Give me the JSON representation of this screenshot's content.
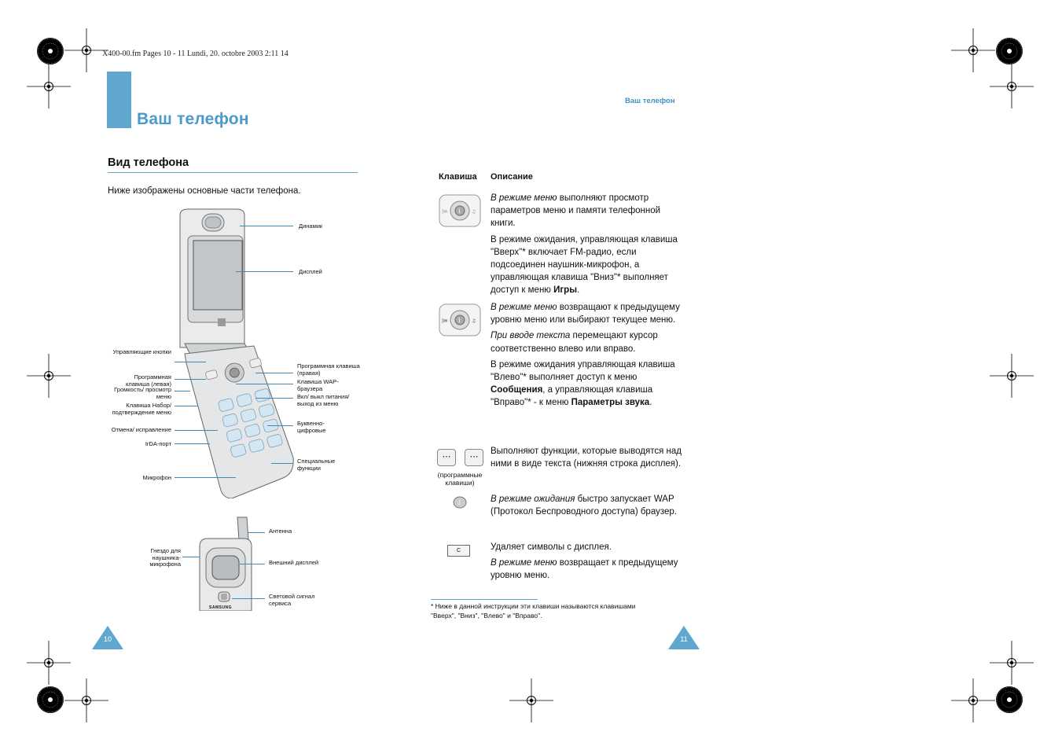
{
  "header_line": "X400-00.fm  Pages 10 - 11  Lundi, 20. octobre 2003  2:11 14",
  "left": {
    "chapter_title": "Ваш телефон",
    "section_title": "Вид телефона",
    "intro": "Ниже изображены основные части телефона.",
    "labels_right": [
      "Динамик",
      "Дисплей",
      "Программная клавиша (правая)",
      "Клавиша WAP-браузера",
      "Вкл/ выкл питания/ выход из меню",
      "Буквенно-цифровые",
      "Специальные функции",
      "Антенна",
      "Внешний дисплей",
      "Световой сигнал сервиса"
    ],
    "labels_left": [
      "Управляющие кнопки",
      "Программная клавиша (левая)",
      "Громкость/ просмотр меню",
      "Клавиша Набор/ подтверждение меню",
      "Отмена/ исправление",
      "IrDA-порт",
      "Микрофон",
      "Гнездо для наушника-микрофона"
    ],
    "brand": "SAMSUNG",
    "page_number": "10"
  },
  "right": {
    "running_header": "Ваш телефон",
    "col_key": "Клавиша",
    "col_desc": "Описание",
    "row1": {
      "p1_i": "В режиме меню",
      "p1": " выполняют просмотр параметров меню и памяти телефонной книги.",
      "p2": "В режиме ожидания, управляющая клавиша \"Вверх\"* включает FM-радио, если подсоединен наушник-микрофон, а управляющая клавиша \"Вниз\"* выполняет доступ к меню ",
      "p2_b": "Игры",
      "p2_end": "."
    },
    "row2": {
      "p1_i": "В режиме меню",
      "p1": " возвращают к предыдущему уровню меню или выбирают текущее меню.",
      "p2_i": "При вводе текста",
      "p2": " перемещают курсор соответственно влево или вправо.",
      "p3a": "В режиме ожидания управляющая клавиша \"Влево\"* выполняет доступ к меню ",
      "p3_b1": "Сообщения",
      "p3b": ", а управляющая клавиша \"Вправо\"* - к меню ",
      "p3_b2": "Параметры звука",
      "p3_end": "."
    },
    "row3": {
      "caption": "(программные клавиши)",
      "text": "Выполняют функции, которые выводятся над ними в виде текста (нижняя строка дисплея)."
    },
    "row4": {
      "p1_i": "В режиме ожидания",
      "p1": " быстро запускает WAP (Протокол Беспроводного доступа) браузер."
    },
    "row5": {
      "key_label": "C",
      "p1": "Удаляет символы с дисплея.",
      "p2_i": "В режиме меню",
      "p2": " возвращает к предыдущему уровню меню."
    },
    "footnote": "* Ниже в данной инструкции эти клавиши называются клавишами \"Вверх\", \"Вниз\", \"Влево\" и \"Вправо\".",
    "page_number": "11"
  },
  "colors": {
    "accent": "#5fa7cf",
    "title": "#4a9acd"
  }
}
